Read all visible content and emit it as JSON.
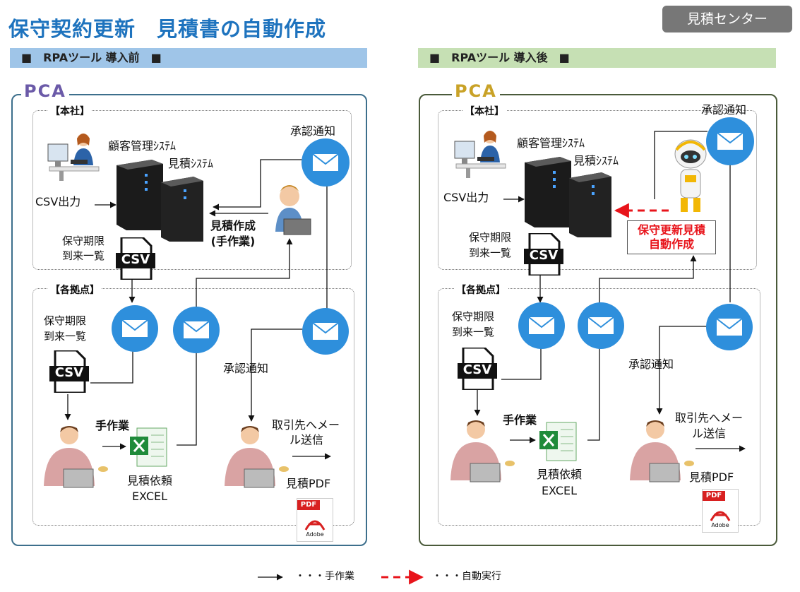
{
  "title": "保守契約更新　見積書の自動作成",
  "badge": "見積センター",
  "before": {
    "band": "■　RPAツール 導入前　■",
    "logo": "PCA",
    "hq": "【本社】",
    "branch": "【各拠点】",
    "crm_system": "顧客管理ｼｽﾃﾑ",
    "quote_system": "見積ｼｽﾃﾑ",
    "approval": "承認通知",
    "csv_out": "CSV出力",
    "list_line1": "保守期限",
    "list_line2": "到来一覧",
    "manual_quote_line1": "見積作成",
    "manual_quote_line2": "(手作業)",
    "branch_list_line1": "保守期限",
    "branch_list_line2": "到来一覧",
    "manual": "手作業",
    "excel_line1": "見積依頼",
    "excel_line2": "EXCEL",
    "branch_approval": "承認通知",
    "send_line1": "取引先へメー",
    "send_line2": "ル送信",
    "pdf": "見積PDF",
    "csv_text": "CSV",
    "pdf_badge": "PDF",
    "adobe": "Adobe"
  },
  "after": {
    "band": "■　RPAツール 導入後　■",
    "logo": "PCA",
    "hq": "【本社】",
    "branch": "【各拠点】",
    "crm_system": "顧客管理ｼｽﾃﾑ",
    "quote_system": "見積ｼｽﾃﾑ",
    "approval": "承認通知",
    "csv_out": "CSV出力",
    "list_line1": "保守期限",
    "list_line2": "到来一覧",
    "auto_line1": "保守更新見積",
    "auto_line2": "自動作成",
    "branch_list_line1": "保守期限",
    "branch_list_line2": "到来一覧",
    "manual": "手作業",
    "excel_line1": "見積依頼",
    "excel_line2": "EXCEL",
    "branch_approval": "承認通知",
    "send_line1": "取引先へメー",
    "send_line2": "ル送信",
    "pdf": "見積PDF",
    "csv_text": "CSV",
    "pdf_badge": "PDF",
    "adobe": "Adobe"
  },
  "legend": {
    "manual": "・・・手作業",
    "auto": "・・・自動実行"
  },
  "colors": {
    "title": "#1e73be",
    "before_band": "#9fc5e8",
    "after_band": "#c6e0b4",
    "before_frame": "#3d6f8c",
    "after_frame": "#4a5a3a",
    "before_logo": "#6b5aa8",
    "after_logo": "#c9a227",
    "mail": "#2e8fdc",
    "auto_arrow": "#e8141b"
  }
}
